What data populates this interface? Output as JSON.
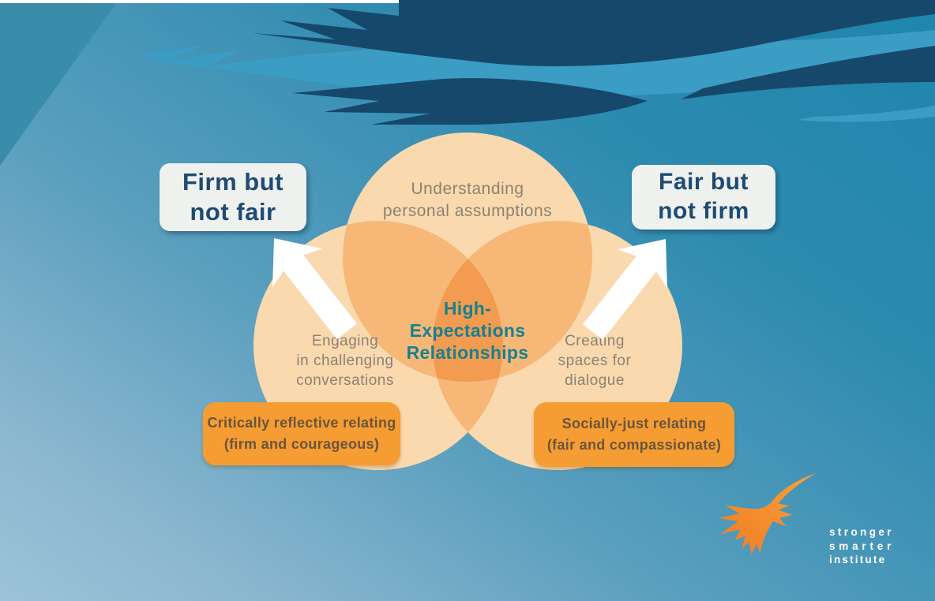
{
  "diagram": {
    "title_context": "High-Expectations Relationships venn diagram",
    "colors": {
      "background_top": "#1e85ac",
      "background_bottom": "#9cc3d8",
      "swoosh_dark": "#16486c",
      "swoosh_light": "#3b9cc4",
      "circle_fill": "#fbd9ae",
      "venn_label": "#8b8274",
      "center_text": "#17808f",
      "callout_bg": "#eff1ee",
      "callout_text": "#1d4b74",
      "tag_bg": "#f59d32",
      "tag_text": "#6b543b",
      "logo_orange": "#f7941d",
      "logo_text": "#ffffff"
    },
    "venn": {
      "circles": [
        {
          "id": "top",
          "label": "Understanding\npersonal assumptions"
        },
        {
          "id": "left",
          "label": "Engaging\nin challenging\nconversations"
        },
        {
          "id": "right",
          "label": "Creating\nspaces for\ndialogue"
        }
      ],
      "center_label": "High-\nExpectations\nRelationships"
    },
    "callouts": [
      {
        "id": "left",
        "text": "Firm but\nnot fair"
      },
      {
        "id": "right",
        "text": "Fair but\nnot firm"
      }
    ],
    "tags": [
      {
        "id": "left",
        "text": "Critically reflective relating\n(firm and courageous)"
      },
      {
        "id": "right",
        "text": "Socially-just relating\n(fair and compassionate)"
      }
    ],
    "logo": {
      "lines": [
        "stronger",
        "smarter",
        "institute"
      ]
    }
  }
}
